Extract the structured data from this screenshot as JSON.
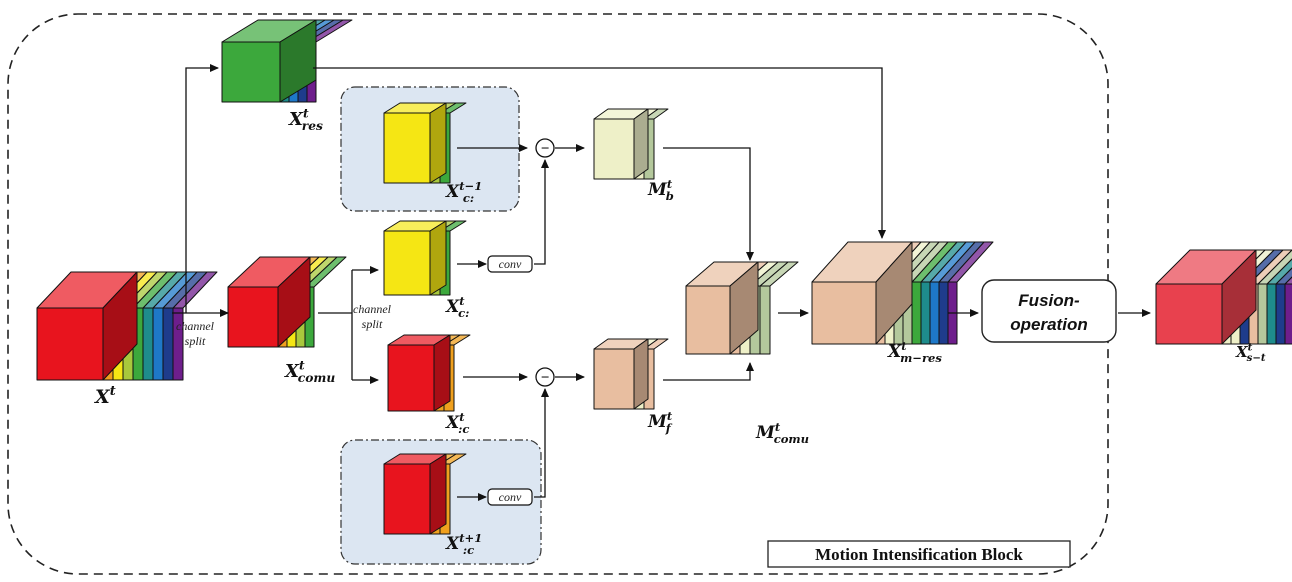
{
  "block_title": "Motion Intensification Block",
  "labels": {
    "x_t": {
      "base": "X",
      "sup": "t",
      "sub": ""
    },
    "x_res": {
      "base": "X",
      "sup": "t",
      "sub": "res"
    },
    "x_comu": {
      "base": "X",
      "sup": "t",
      "sub": "comu"
    },
    "x_c_prev": {
      "base": "X",
      "sup": "t−1",
      "sub": "c:"
    },
    "x_c_colon": {
      "base": "X",
      "sup": "t",
      "sub": "c:"
    },
    "x_colon_c": {
      "base": "X",
      "sup": "t",
      "sub": ":c"
    },
    "x_colon_c_next": {
      "base": "X",
      "sup": "t+1",
      "sub": ":c"
    },
    "m_b": {
      "base": "M",
      "sup": "t",
      "sub": "b"
    },
    "m_f": {
      "base": "M",
      "sup": "t",
      "sub": "f"
    },
    "m_comu": {
      "base": "M",
      "sup": "t",
      "sub": "comu"
    },
    "x_m_res": {
      "base": "X",
      "sup": "t",
      "sub": "m−res"
    },
    "x_s_t": {
      "base": "X",
      "sup": "t",
      "sub": "s−t"
    }
  },
  "split_label_1": [
    "channel",
    "split"
  ],
  "split_label_2": [
    "channel",
    "split"
  ],
  "conv_label": "conv",
  "minus_symbol": "−",
  "fusion_label": [
    "Fusion-",
    "operation"
  ],
  "colors": {
    "red": "#e8141e",
    "orange": "#f0a01e",
    "yellow": "#f5e614",
    "lime": "#a8c83c",
    "green": "#3ca83c",
    "teal": "#1e8c8c",
    "blue": "#1e78c8",
    "navy": "#1e3c8c",
    "purple": "#6e1e8c",
    "pale_yellow": "#eef0c8",
    "pale_green": "#b4c89c",
    "peach": "#e8bea0",
    "fusion_red": "#e8414e",
    "panel_fill": "#dce6f2"
  }
}
